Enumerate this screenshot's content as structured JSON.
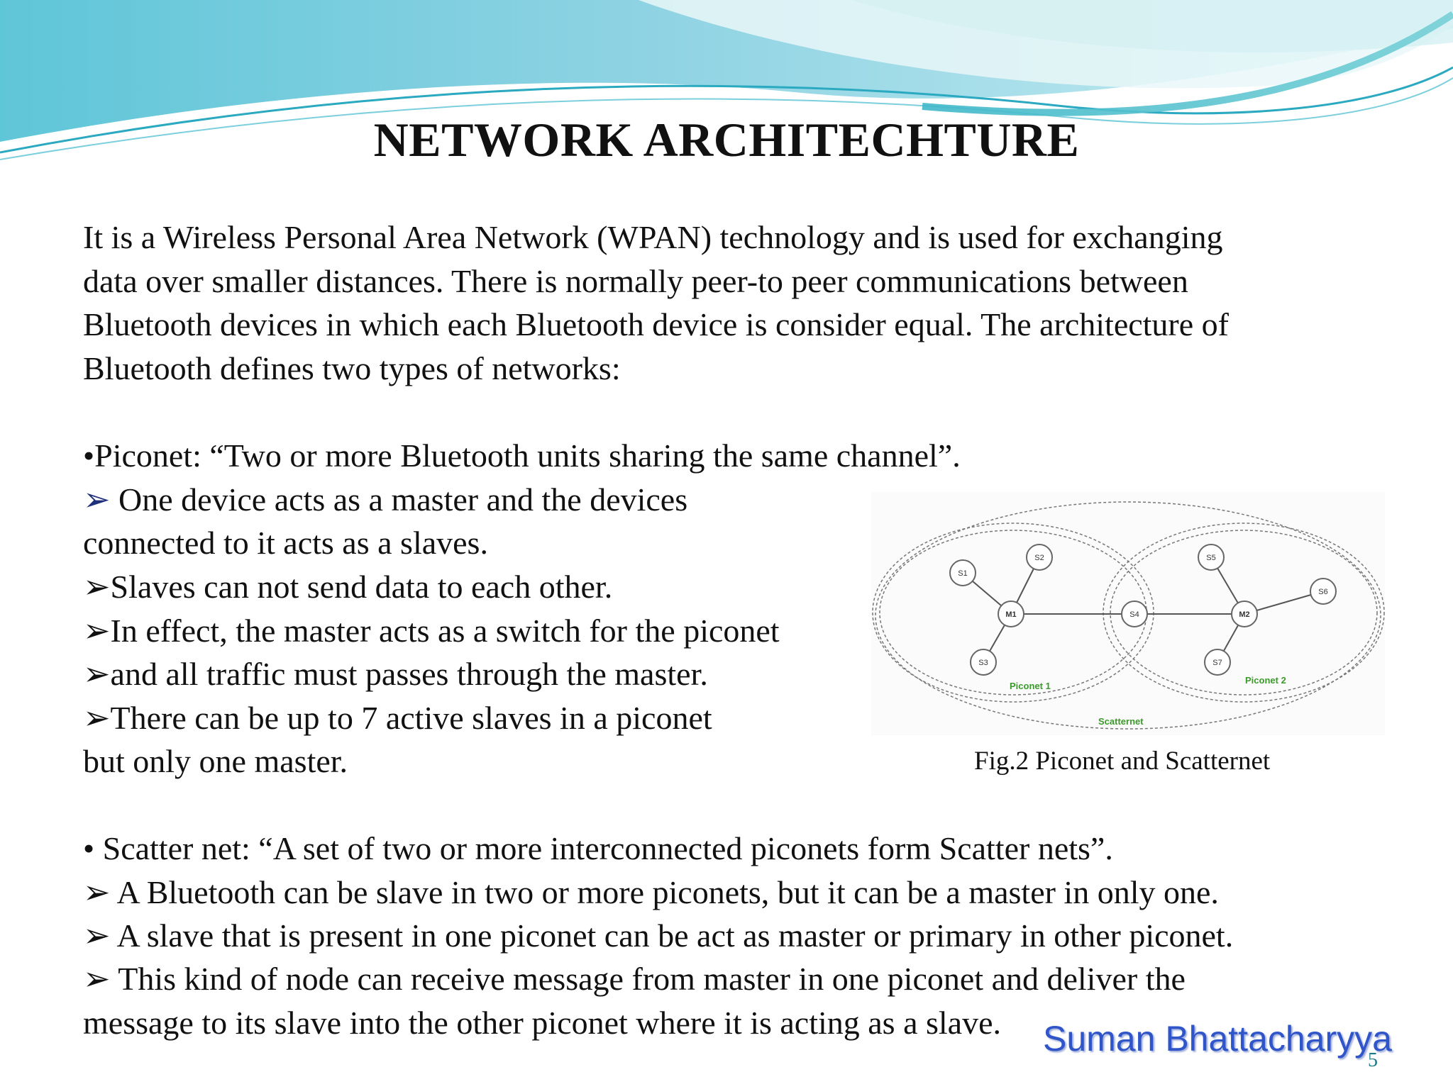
{
  "slide": {
    "title": "NETWORK ARCHITECHTURE",
    "intro_lines": [
      "It is a Wireless Personal Area Network (WPAN) technology and is used for exchanging",
      "data over smaller distances. There is normally peer-to peer communications between",
      "Bluetooth devices in which each Bluetooth device is consider equal. The architecture of",
      "Bluetooth defines two types of networks:"
    ],
    "piconet": {
      "heading": "•Piconet: “Two or more Bluetooth units sharing the same channel”.",
      "arrow_symbol": "➢",
      "line1": " One device acts as a master and the devices",
      "line2": "connected to it acts as a slaves.",
      "line3": "Slaves can not send data to each other.",
      "line4": "In effect, the master acts as a switch for the piconet",
      "line5": "and all traffic must passes through the master.",
      "line6": "There can be up to 7 active slaves in a piconet",
      "line7": "but only one master."
    },
    "figure": {
      "nodes": {
        "s1": "S1",
        "s2": "S2",
        "m1": "M1",
        "s3": "S3",
        "s4": "S4",
        "s5": "S5",
        "m2": "M2",
        "s6": "S6",
        "s7": "S7"
      },
      "label_piconet1": "Piconet 1",
      "label_piconet2": "Piconet 2",
      "label_scatternet": "Scatternet",
      "label_color": "#3a9a2a",
      "caption": "Fig.2 Piconet and Scatternet"
    },
    "scatternet": {
      "heading": "• Scatter net: “A set of two or more interconnected piconets form Scatter nets”.",
      "arrow_symbol": "➢",
      "line1": " A Bluetooth can be slave in two or more piconets, but it can be a master in only one.",
      "line2": " A slave that is present in one piconet can be act as master or primary in other piconet.",
      "line3": " This kind of node can receive message from master in one piconet and deliver the",
      "line4": "message to its slave into the other piconet where it is acting as a slave."
    },
    "author": "Suman Bhattacharyya",
    "page_number": "5"
  }
}
